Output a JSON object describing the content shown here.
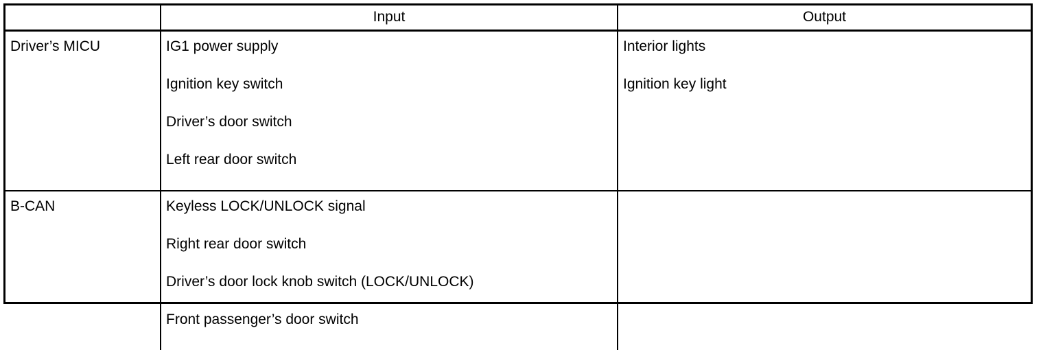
{
  "table": {
    "columns": [
      {
        "key": "source",
        "label": ""
      },
      {
        "key": "input",
        "label": "Input"
      },
      {
        "key": "output",
        "label": "Output"
      }
    ],
    "rows": [
      {
        "source": "Driver’s MICU",
        "inputs": [
          "IG1 power supply",
          "Ignition key switch",
          "Driver’s door switch",
          "Left rear door switch"
        ],
        "outputs": [
          "Interior lights",
          "Ignition key light"
        ]
      },
      {
        "source": "B-CAN",
        "inputs": [
          "Keyless LOCK/UNLOCK signal",
          "Right rear door switch",
          "Driver’s door lock knob switch (LOCK/UNLOCK)",
          "Front passenger’s door switch"
        ],
        "outputs": []
      }
    ]
  },
  "colors": {
    "border": "#000000",
    "text": "#000000",
    "background": "#ffffff"
  }
}
